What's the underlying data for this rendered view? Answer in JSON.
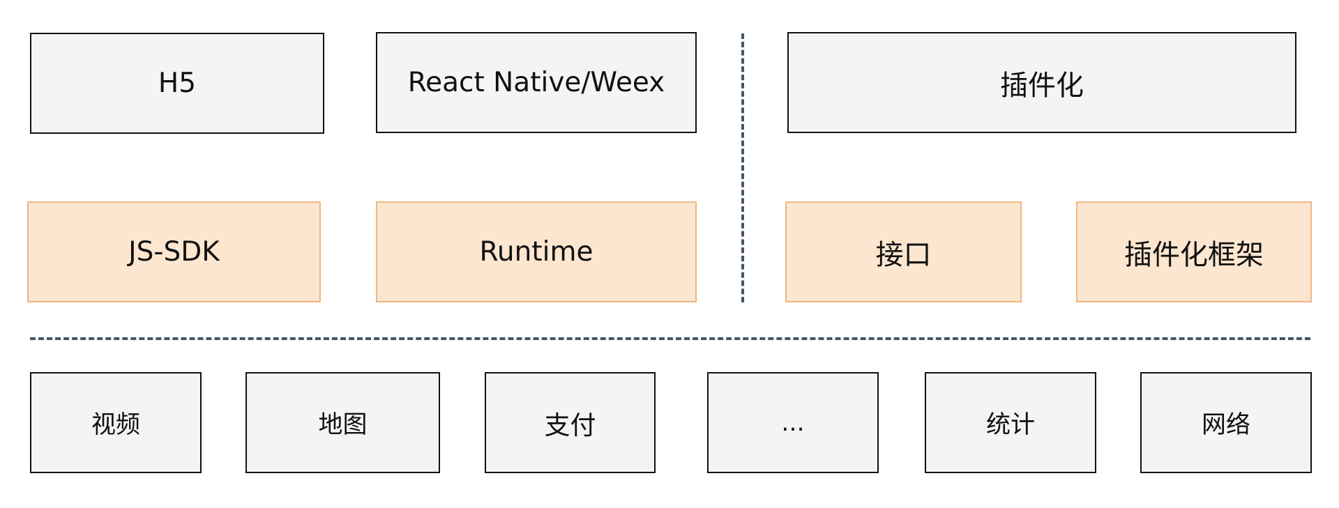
{
  "top_row": {
    "h5": "H5",
    "react_native_weex": "React Native/Weex",
    "plugin": "插件化"
  },
  "middle_row": {
    "js_sdk": "JS-SDK",
    "runtime": "Runtime",
    "interface": "接口",
    "plugin_framework": "插件化框架"
  },
  "bottom_row": {
    "video": "视频",
    "map": "地图",
    "payment": "支付",
    "more": "...",
    "statistics": "统计",
    "network": "网络"
  },
  "colors": {
    "gray_fill": "#f4f4f4",
    "gray_border": "#111111",
    "orange_fill": "#fce6cf",
    "orange_border": "#f0b685",
    "divider": "#445568"
  }
}
